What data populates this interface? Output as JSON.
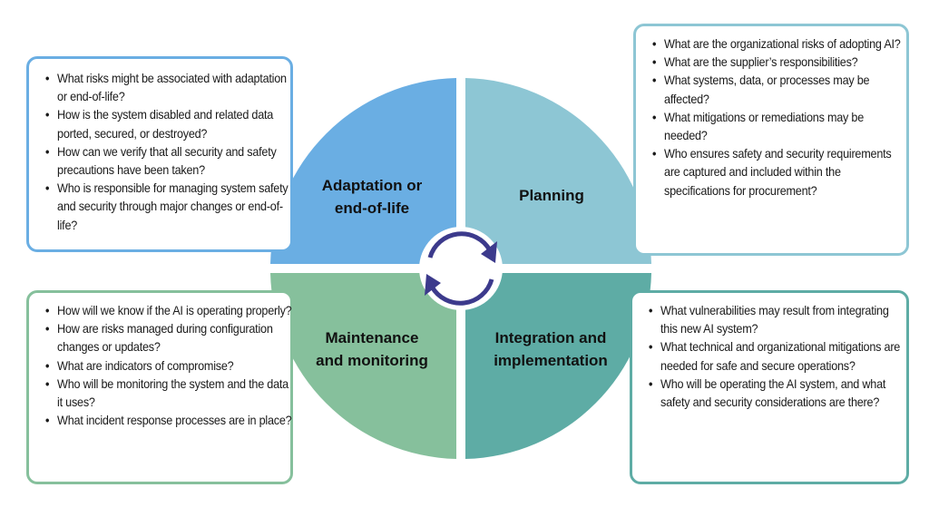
{
  "colors": {
    "adaptation": "#6aaee3",
    "planning": "#8dc6d4",
    "maintenance": "#86c09c",
    "integration": "#5eaca5",
    "arrows": "#3c3a8c"
  },
  "quadrants": {
    "adaptation": {
      "line1": "Adaptation or",
      "line2": "end-of-life"
    },
    "planning": {
      "line1": "Planning"
    },
    "maintenance": {
      "line1": "Maintenance",
      "line2": "and monitoring"
    },
    "integration": {
      "line1": "Integration and",
      "line2": "implementation"
    }
  },
  "boxes": {
    "adaptation": [
      "What risks might be associated with adaptation or end-of-life?",
      "How is the system disabled and related data ported, secured, or destroyed?",
      "How can we verify that all security and safety precautions have been taken?",
      "Who is responsible for managing system safety and security through major changes or end-of-life?"
    ],
    "planning": [
      "What are the organizational risks of adopting AI?",
      "What are the supplier’s responsibilities?",
      "What systems, data, or processes may be affected?",
      "What mitigations or remediations may be needed?",
      "Who ensures safety and security requirements are captured and included within the specifications for procurement?"
    ],
    "maintenance": [
      "How will we know if the AI is operating properly?",
      "How are risks managed during configuration changes or updates?",
      "What are indicators of compromise?",
      "Who will be monitoring the system and the data it uses?",
      "What incident response processes are in place?"
    ],
    "integration": [
      "What vulnerabilities may result from integrating this new AI system?",
      "What technical and organizational mitigations are needed for safe and secure operations?",
      "Who will be operating the AI system, and what safety and security considerations are there?"
    ]
  }
}
